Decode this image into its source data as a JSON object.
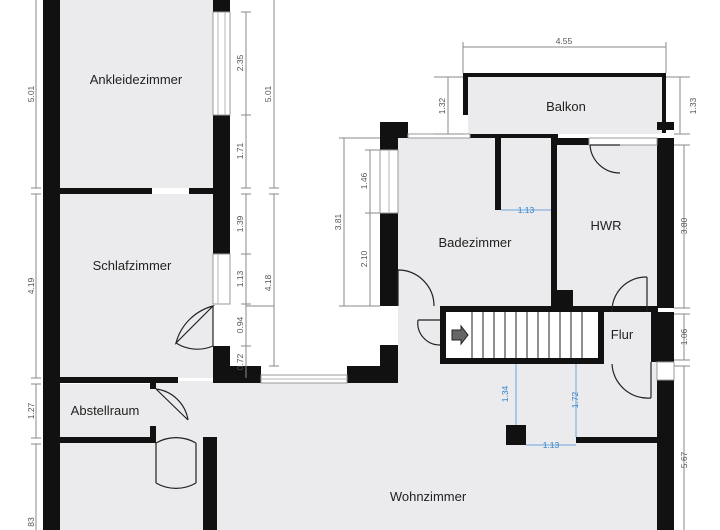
{
  "rooms": {
    "ankleidezimmer": "Ankleidezimmer",
    "schlafzimmer": "Schlafzimmer",
    "abstellraum": "Abstellraum",
    "wohnzimmer": "Wohnzimmer",
    "badezimmer": "Badezimmer",
    "hwr": "HWR",
    "balkon": "Balkon",
    "flur": "Flur"
  },
  "dimensions": {
    "left_501": "5.01",
    "left_419": "4.19",
    "left_127": "1.27",
    "left_83": "83",
    "win_235": "2.35",
    "right_501": "5.01",
    "win_171": "1.71",
    "win_139": "1.39",
    "win_113": "1.13",
    "right_418": "4.18",
    "win_094": "0.94",
    "win_072": "0.72",
    "balkon_455": "4.55",
    "balkon_132": "1.32",
    "balkon_133": "1.33",
    "bad_381": "3.81",
    "bad_146": "1.46",
    "bad_210": "2.10",
    "hwr_380": "3.80",
    "flur_106": "1.06",
    "wohn_567": "5.67"
  },
  "inner_dimensions": {
    "bad_113": "1.13",
    "wohn_134": "1.34",
    "wohn_172": "1.72",
    "wohn_113": "1.13"
  }
}
